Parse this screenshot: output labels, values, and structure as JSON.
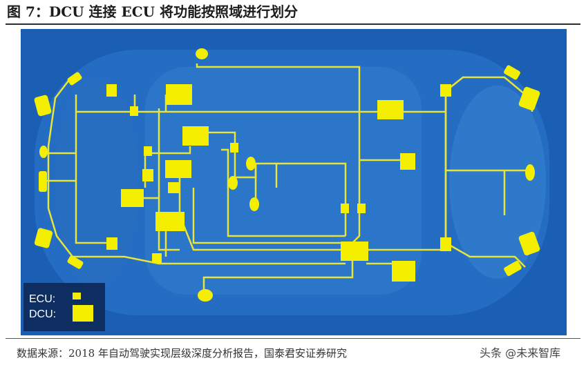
{
  "title": "图 7：DCU 连接 ECU 将功能按照域进行划分",
  "source": "数据来源：2018 年自动驾驶实现层级深度分析报告，国泰君安证券研究",
  "watermark": "头条 @未来智库",
  "legend": {
    "ecu_label": "ECU:",
    "dcu_label": "DCU:"
  },
  "colors": {
    "background": "#1b5fb5",
    "module": "#f4ef00",
    "wire": "#e8e53a",
    "legend_bg": "#0e2e62"
  }
}
